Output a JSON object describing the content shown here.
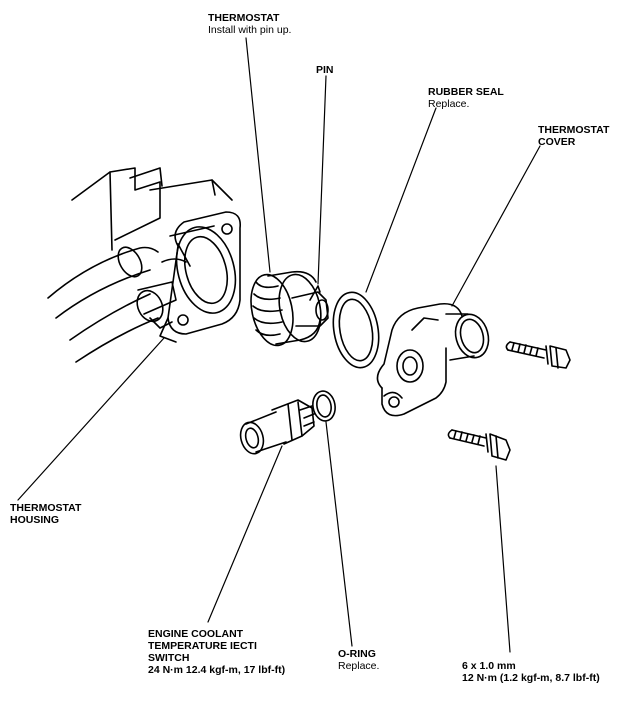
{
  "labels": {
    "thermostat": {
      "title": "THERMOSTAT",
      "note": "Install with pin up."
    },
    "pin": {
      "title": "PIN"
    },
    "rubber_seal": {
      "title": "RUBBER SEAL",
      "note": "Replace."
    },
    "thermostat_cover": {
      "line1": "THERMOSTAT",
      "line2": "COVER"
    },
    "thermostat_housing": {
      "line1": "THERMOSTAT",
      "line2": "HOUSING"
    },
    "ect_switch": {
      "line1": "ENGINE COOLANT",
      "line2": "TEMPERATURE IECTI",
      "line3": "SWITCH",
      "torque": "24 N·m 12.4 kgf-m, 17 lbf-ft)"
    },
    "o_ring": {
      "title": "O-RING",
      "note": "Replace."
    },
    "bolt": {
      "size": "6 x 1.0 mm",
      "torque": "12 N·m (1.2 kgf-m, 8.7 lbf-ft)"
    }
  },
  "colors": {
    "line": "#000000",
    "background": "#ffffff"
  }
}
